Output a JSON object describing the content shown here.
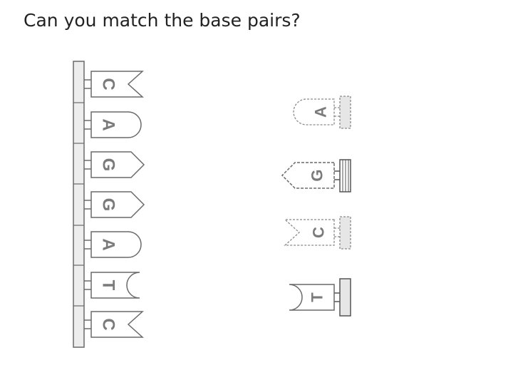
{
  "title": "Can you match the base pairs?",
  "colors": {
    "outline": "#6a6a6a",
    "letter": "#7a7a7a",
    "rail_fill": "#e6e6e6",
    "background": "#ffffff"
  },
  "strand": {
    "bases": [
      {
        "letter": "C",
        "shape": "notch"
      },
      {
        "letter": "A",
        "shape": "round"
      },
      {
        "letter": "G",
        "shape": "point"
      },
      {
        "letter": "G",
        "shape": "point"
      },
      {
        "letter": "A",
        "shape": "round"
      },
      {
        "letter": "T",
        "shape": "cup"
      },
      {
        "letter": "C",
        "shape": "notch"
      }
    ]
  },
  "loose_bases": [
    {
      "letter": "A",
      "shape": "round",
      "dashed": true
    },
    {
      "letter": "G",
      "shape": "point",
      "dashed": false
    },
    {
      "letter": "C",
      "shape": "notch",
      "dashed": true
    },
    {
      "letter": "T",
      "shape": "cup",
      "dashed": false
    }
  ]
}
